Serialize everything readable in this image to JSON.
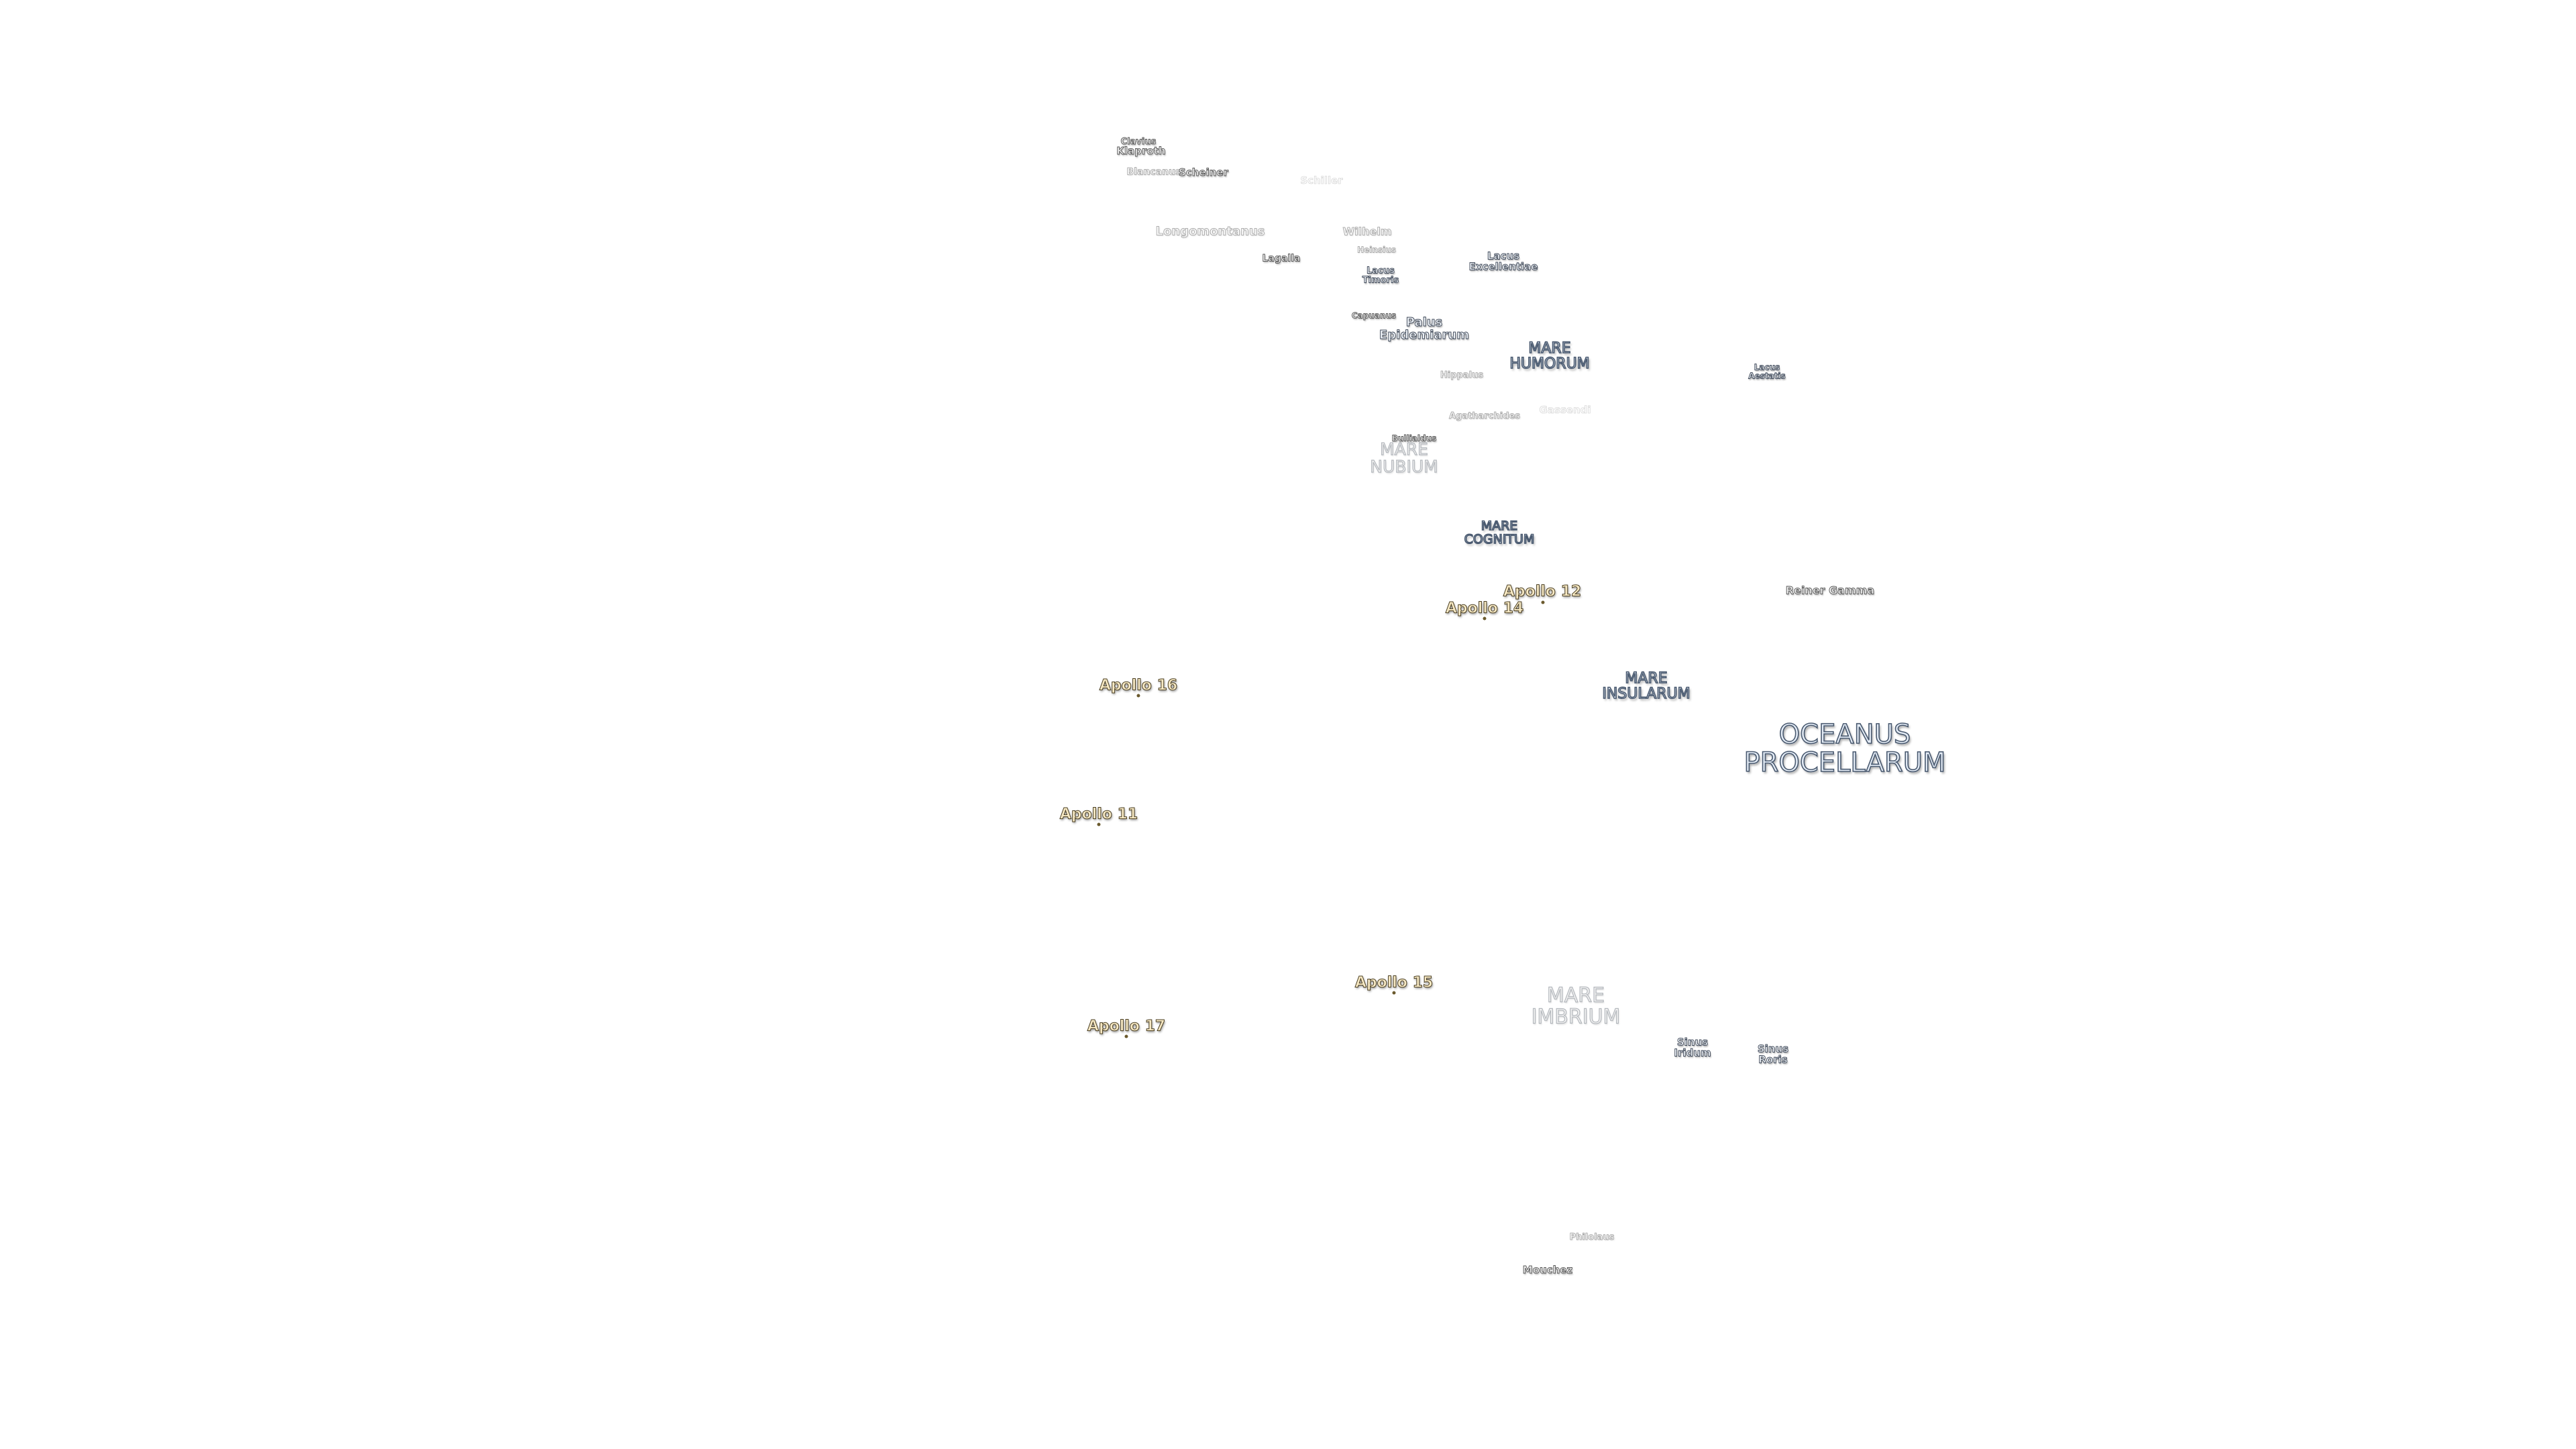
{
  "map": {
    "apollo_sites": [
      {
        "key": "apollo12",
        "label": "Apollo 12"
      },
      {
        "key": "apollo14",
        "label": "Apollo 14"
      },
      {
        "key": "apollo16",
        "label": "Apollo 16"
      },
      {
        "key": "apollo11",
        "label": "Apollo 11"
      },
      {
        "key": "apollo15",
        "label": "Apollo 15"
      },
      {
        "key": "apollo17",
        "label": "Apollo 17"
      }
    ],
    "maria": {
      "oceanus_procellarum": "OCEANUS\nPROCELLARUM",
      "mare_humorum": "MARE\nHUMORUM",
      "mare_nubium": "MARE\nNUBIUM",
      "mare_cognitum": "MARE\nCOGNITUM",
      "mare_insularum": "MARE\nINSULARUM",
      "mare_imbrium": "MARE\nIMBRIUM"
    },
    "lacus_sinus": {
      "lacus_excellentiae": "Lacus\nExcellentiae",
      "lacus_timoris": "Lacus\nTimoris",
      "palus_epidemiarum": "Palus\nEpidemiarum",
      "lacus_aestatis": "Lacus\nAestatis",
      "sinus_iridum": "Sinus\nIridum",
      "sinus_roris": "Sinus\nRoris"
    },
    "craters": {
      "clavius": "Clavius",
      "klaproth": "Klaproth",
      "blancanus": "Blancanus",
      "scheiner": "Scheiner",
      "schiller": "Schiller",
      "longomontanus": "Longomontanus",
      "wilhelm": "Wilhelm",
      "heinsius": "Heinsius",
      "lagalla": "Lagalla",
      "capuanus": "Capuanus",
      "hippalus": "Hippalus",
      "agatharchides": "Agatharchides",
      "bullialdus": "Bullialdus",
      "gassendi": "Gassendi",
      "reiner_gamma": "Reiner Gamma",
      "philolaus": "Philolaus",
      "mouchez": "Mouchez"
    }
  }
}
